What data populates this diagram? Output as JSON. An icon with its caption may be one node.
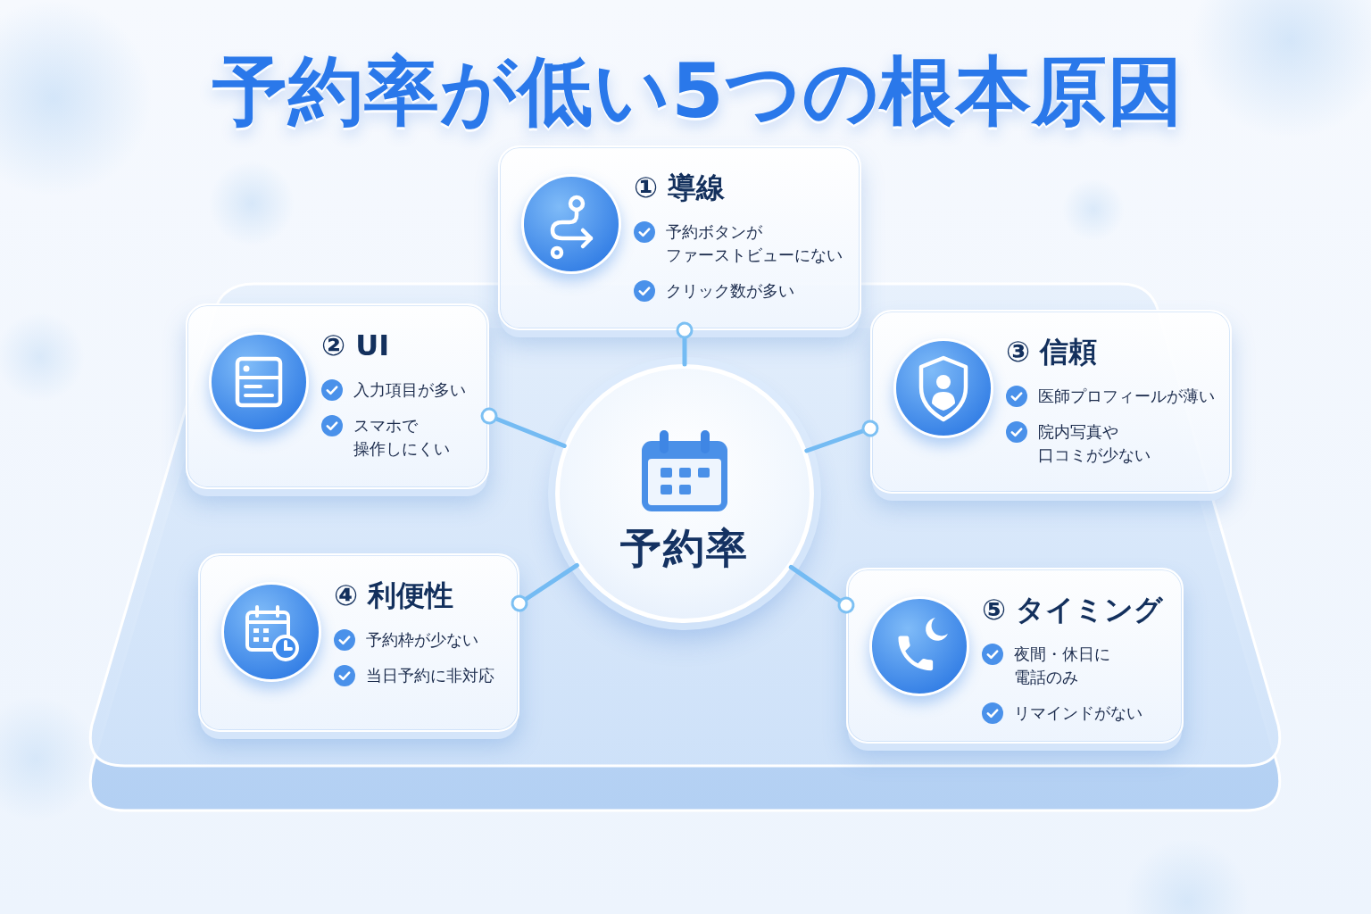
{
  "diagram": {
    "title": "予約率が低い5つの根本原因",
    "nodes": [
      {
        "text": [
          "① 導線",
          "予約ボタンがファーストビューにない",
          "クリック数が多い"
        ]
      },
      {
        "text": [
          "② UI",
          "入力項目が多い",
          "スマホで操作しにくい"
        ]
      },
      {
        "text": [
          "③ 信頼",
          "医師プロフィールが薄い",
          "院内写真や口コミが少ない"
        ]
      },
      {
        "text": [
          "予約率"
        ]
      },
      {
        "text": [
          "④ 利便性",
          "予約枠が少ない",
          "当日予約に非対応"
        ]
      },
      {
        "text": [
          "⑤ タイミング",
          "夜間・休日に電話のみ",
          "リマインドがない"
        ]
      }
    ],
    "edges": [
      {
        "from": 3,
        "to": 0,
        "arrow": "other"
      },
      {
        "from": 3,
        "to": 1,
        "arrow": "other"
      },
      {
        "from": 3,
        "to": 2,
        "arrow": "other"
      },
      {
        "from": 3,
        "to": 4,
        "arrow": "other"
      },
      {
        "from": 3,
        "to": 5,
        "arrow": "other"
      }
    ]
  }
}
